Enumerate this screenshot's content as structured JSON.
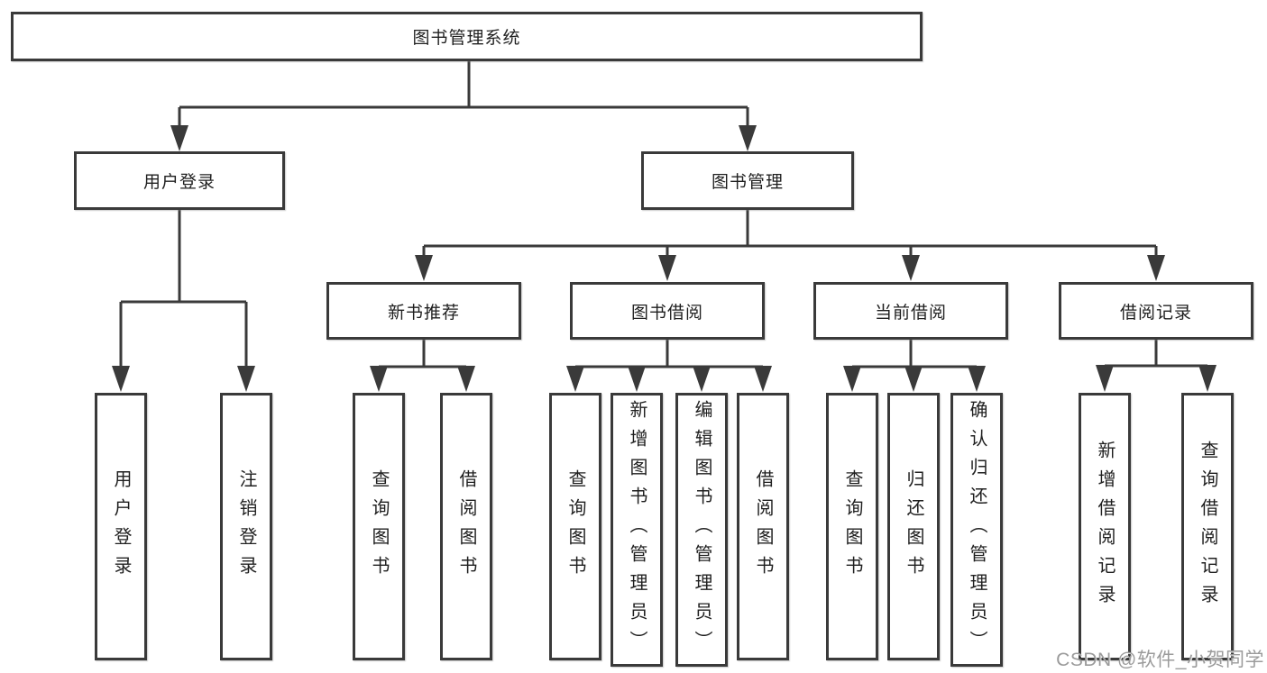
{
  "diagram": {
    "root": {
      "label": "图书管理系统"
    },
    "branches": {
      "user_login": {
        "label": "用户登录",
        "children": {
          "login": {
            "label": "用户登录"
          },
          "logout": {
            "label": "注销登录"
          }
        }
      },
      "book_management": {
        "label": "图书管理",
        "children": {
          "new_book_recommendation": {
            "label": "新书推荐",
            "children": {
              "query_books": {
                "label": "查询图书"
              },
              "borrow_books": {
                "label": "借阅图书"
              }
            }
          },
          "book_borrowing": {
            "label": "图书借阅",
            "children": {
              "query_books": {
                "label": "查询图书"
              },
              "add_books_admin": {
                "label": "新增图书（管理员）"
              },
              "edit_books_admin": {
                "label": "编辑图书（管理员）"
              },
              "borrow_books": {
                "label": "借阅图书"
              }
            }
          },
          "current_borrowing": {
            "label": "当前借阅",
            "children": {
              "query_books": {
                "label": "查询图书"
              },
              "return_books": {
                "label": "归还图书"
              },
              "confirm_return_admin": {
                "label": "确认归还（管理员）"
              }
            }
          },
          "borrowing_records": {
            "label": "借阅记录",
            "children": {
              "add_borrow_record": {
                "label": "新增借阅记录"
              },
              "query_borrow_record": {
                "label": "查询借阅记录"
              }
            }
          }
        }
      }
    }
  },
  "watermark": {
    "text": "CSDN @软件_小贺同学"
  },
  "colors": {
    "line": "#3A3A3A",
    "text": "#1F1F1F",
    "background": "#FFFFFF",
    "watermark": "#9B9B9B"
  }
}
